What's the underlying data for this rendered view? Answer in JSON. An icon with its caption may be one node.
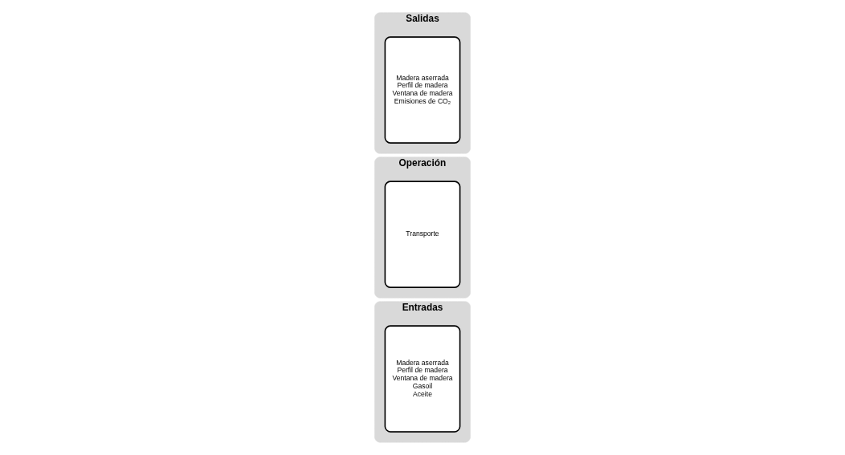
{
  "diagram": {
    "nodes": [
      {
        "text": [
          "Entradas"
        ]
      },
      {
        "text": [
          "Madera aserrada",
          "Perfil de madera",
          "Ventana de madera",
          "Gasoil",
          "Aceite"
        ],
        "in": 0
      },
      {
        "text": [
          "Operación"
        ]
      },
      {
        "text": [
          "Transporte"
        ],
        "in": 2
      },
      {
        "text": [
          "Salidas"
        ]
      },
      {
        "text": [
          "Madera aserrada",
          "Perfil de madera",
          "Ventana de madera",
          "Emisiones de CO₂"
        ],
        "in": 4
      }
    ]
  }
}
